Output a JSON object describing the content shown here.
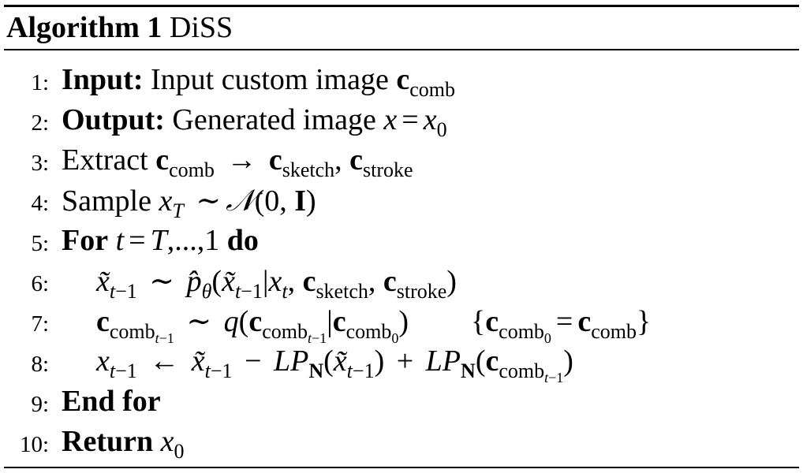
{
  "algorithm": {
    "label": "Algorithm 1",
    "name": "DiSS"
  },
  "lines": [
    {
      "num": "1:",
      "keyword": "Input:",
      "text": "Input custom image c_comb"
    },
    {
      "num": "2:",
      "keyword": "Output:",
      "text": "Generated image x = x_0"
    },
    {
      "num": "3:",
      "keyword": "",
      "text": "Extract c_comb → c_sketch, c_stroke"
    },
    {
      "num": "4:",
      "keyword": "",
      "text": "Sample x_T ∼ N(0, I)"
    },
    {
      "num": "5:",
      "keyword": "For",
      "text": "t = T,...,1 do"
    },
    {
      "num": "6:",
      "keyword": "",
      "text": "x̃_{t−1} ∼ p̂_θ(x̃_{t−1}|x_t, c_sketch, c_stroke)"
    },
    {
      "num": "7:",
      "keyword": "",
      "text": "c_comb_{t−1} ∼ q(c_comb_{t−1}|c_comb_0)   {c_comb_0 = c_comb}"
    },
    {
      "num": "8:",
      "keyword": "",
      "text": "x_{t−1} ← x̃_{t−1} − LP_N(x̃_{t−1}) + LP_N(c_comb_{t−1})"
    },
    {
      "num": "9:",
      "keyword": "End for",
      "text": ""
    },
    {
      "num": "10:",
      "keyword": "Return",
      "text": "x_0"
    }
  ],
  "tokens": {
    "input_kw": "Input:",
    "input_text": "Input custom image",
    "output_kw": "Output:",
    "output_text": "Generated image",
    "extract": "Extract",
    "sample": "Sample",
    "for_kw": "For",
    "range": "T,...,1",
    "do_kw": "do",
    "end_for": "End for",
    "return_kw": "Return",
    "comb": "comb",
    "sketch": "sketch",
    "stroke": "stroke"
  }
}
